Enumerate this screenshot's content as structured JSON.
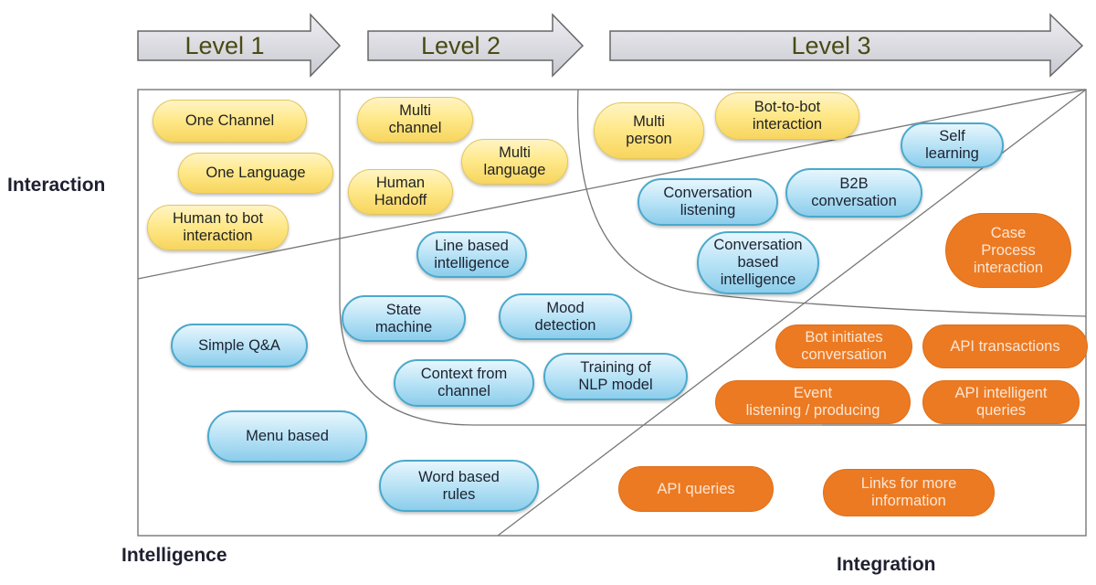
{
  "title": "Chatbot maturity levels",
  "colors": {
    "interaction": "#f7d55e",
    "intelligence": "#8ccdeb",
    "integration": "#ec7a22",
    "arrow_fill": "#d9d9e0",
    "arrow_text": "#4a4a14"
  },
  "levels": [
    {
      "label": "Level 1"
    },
    {
      "label": "Level 2"
    },
    {
      "label": "Level 3"
    }
  ],
  "axes": {
    "interaction": "Interaction",
    "intelligence": "Intelligence",
    "integration": "Integration"
  },
  "items": {
    "interaction": [
      {
        "label": "One Channel"
      },
      {
        "label": "One Language"
      },
      {
        "label": "Human to bot\ninteraction"
      },
      {
        "label": "Multi\nchannel"
      },
      {
        "label": "Multi\nlanguage"
      },
      {
        "label": "Human\nHandoff"
      },
      {
        "label": "Multi\nperson"
      },
      {
        "label": "Bot-to-bot\ninteraction"
      }
    ],
    "intelligence": [
      {
        "label": "Simple Q&A"
      },
      {
        "label": "Menu based"
      },
      {
        "label": "Word based\nrules"
      },
      {
        "label": "Line based\nintelligence"
      },
      {
        "label": "State\nmachine"
      },
      {
        "label": "Mood\ndetection"
      },
      {
        "label": "Context from\nchannel"
      },
      {
        "label": "Training of\nNLP model"
      },
      {
        "label": "Conversation\nlistening"
      },
      {
        "label": "B2B\nconversation"
      },
      {
        "label": "Self\nlearning"
      },
      {
        "label": "Conversation\nbased\nintelligence"
      }
    ],
    "integration": [
      {
        "label": "Case\nProcess\ninteraction"
      },
      {
        "label": "Bot initiates\nconversation"
      },
      {
        "label": "API transactions"
      },
      {
        "label": "Event\nlistening / producing"
      },
      {
        "label": "API intelligent\nqueries"
      },
      {
        "label": "API queries"
      },
      {
        "label": "Links for more\ninformation"
      }
    ]
  }
}
